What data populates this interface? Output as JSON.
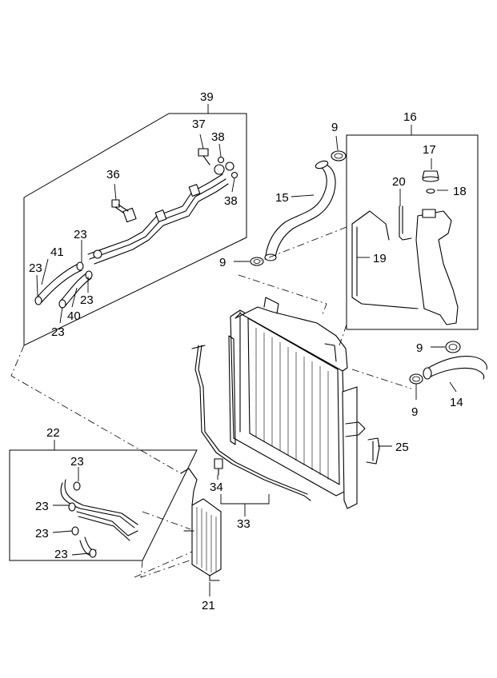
{
  "labels": {
    "p39": "39",
    "p37": "37",
    "p38a": "38",
    "p38b": "38",
    "p36": "36",
    "p23_1": "23",
    "p41": "41",
    "p23_2": "23",
    "p23_3": "23",
    "p40": "40",
    "p23_4": "23",
    "p9_1": "9",
    "p15": "15",
    "p9_2": "9",
    "p16": "16",
    "p17": "17",
    "p20": "20",
    "p18": "18",
    "p19": "19",
    "p9_3": "9",
    "p9_4": "9",
    "p14": "14",
    "p22": "22",
    "p23_5": "23",
    "p23_6": "23",
    "p23_7": "23",
    "p23_8": "23",
    "p25": "25",
    "p34": "34",
    "p33": "33",
    "p21": "21"
  }
}
